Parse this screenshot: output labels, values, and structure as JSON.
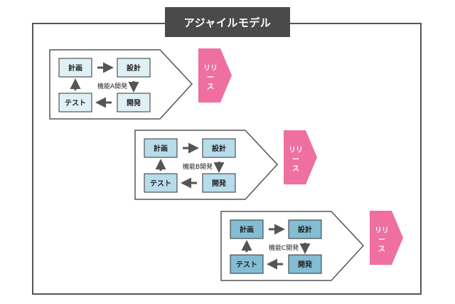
{
  "title": "アジャイルモデル",
  "cycles": [
    {
      "plan": "計画",
      "design": "設計",
      "develop": "開発",
      "test": "テスト",
      "center": "機能A開発",
      "release": [
        "リリ",
        "ー",
        "ス"
      ],
      "box_color": "#dff0f6"
    },
    {
      "plan": "計画",
      "design": "設計",
      "develop": "開発",
      "test": "テスト",
      "center": "機能B開発",
      "release": [
        "リリ",
        "ー",
        "ス"
      ],
      "box_color": "#b7dcea"
    },
    {
      "plan": "計画",
      "design": "設計",
      "develop": "開発",
      "test": "テスト",
      "center": "機能C開発",
      "release": [
        "リリ",
        "ー",
        "ス"
      ],
      "box_color": "#82bdd3"
    }
  ],
  "colors": {
    "release": "#ee6fa0",
    "frame": "#555555",
    "title_bg": "#4a4a4a",
    "arrow": "#555555"
  }
}
